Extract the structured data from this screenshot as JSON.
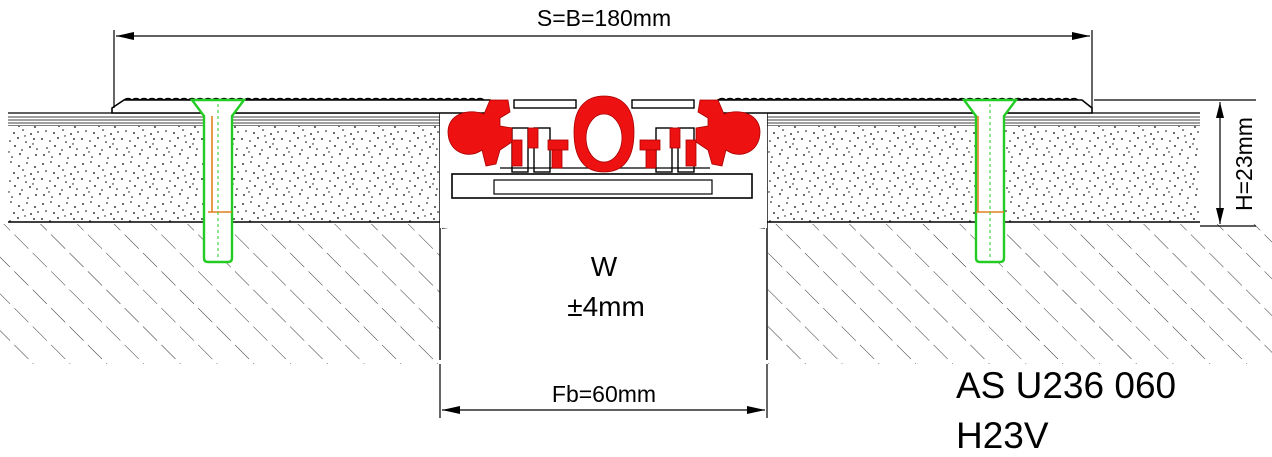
{
  "dimensions": {
    "overall_width": "S=B=180mm",
    "height": "H=23mm",
    "joint_gap": "Fb=60mm",
    "movement_symbol": "W",
    "movement_value": "±4mm"
  },
  "product": {
    "code_line1": "AS U236 060",
    "code_line2": "H23V"
  },
  "colors": {
    "seal_profile": "#ee1111",
    "anchor_bolt": "#22cc22",
    "anchor_line": "#e08020",
    "line": "#000000"
  }
}
